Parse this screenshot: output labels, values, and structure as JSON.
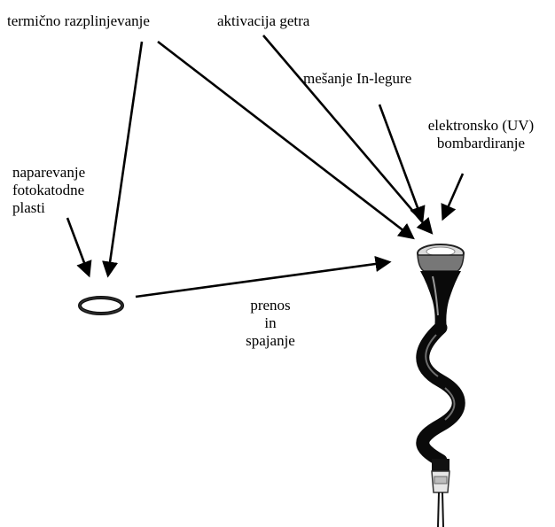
{
  "labels": {
    "thermal_evaporation": "termično razplinjevanje",
    "getter_activation": "aktivacija getra",
    "in_alloy_mixing": "mešanje In-legure",
    "electron_bombardment": [
      "elektronsko (UV)",
      "bombardiranje"
    ],
    "photocathode_deposition": [
      "naparevanje",
      "fotokatodne",
      "plasti"
    ],
    "transfer_and_bonding": [
      "prenos",
      "in",
      "spajanje"
    ]
  },
  "colors": {
    "ink": "#000000",
    "background": "#ffffff",
    "ring_inner": "#ffffff"
  },
  "objects": {
    "ring": "photocathode-ring",
    "tube": "photomultiplier-tube-body"
  }
}
